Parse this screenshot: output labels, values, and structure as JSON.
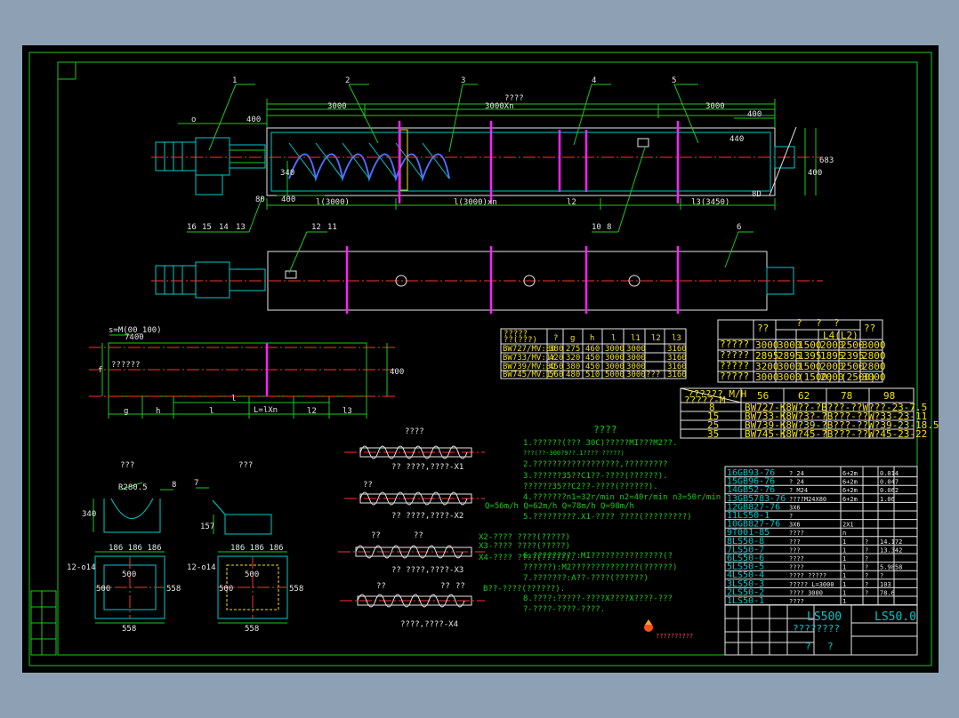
{
  "balloons": [
    "1",
    "2",
    "3",
    "4",
    "5",
    "16",
    "15",
    "14",
    "13",
    "12",
    "11",
    "10",
    "8",
    "6"
  ],
  "dims": {
    "d_o": "o",
    "d400a": "400",
    "d3000a": "3000",
    "d3000xn": "3000Xn",
    "d3000b": "3000",
    "dq": "????",
    "d400b": "400",
    "d440": "440",
    "d683": "683",
    "d400c": "400",
    "d340": "340",
    "d400d": "400",
    "d80": "80",
    "dl1": "l(3000)",
    "dl2": "l(3000)xn",
    "dl3": "l2",
    "dl4": "l3(3450)",
    "d80b": "8D",
    "d_g": "g",
    "d_h": "h",
    "d_l": "l",
    "d_lxn": "L=lXn",
    "d_l2": "l2",
    "d_l3": "l3",
    "d_l1": "l",
    "d400e": "400",
    "d_lead": "s=M(00_100)",
    "d_lead2": "7400",
    "d_mid": "??????",
    "d_f": "f"
  },
  "table1": {
    "header": [
      "?????",
      "?",
      "g",
      "h",
      "l",
      "l1",
      "l2",
      "l3"
    ],
    "header2": "??(???)",
    "rows": [
      [
        "BW727/MV:80",
        "",
        "275",
        "460",
        "3000",
        "3000",
        "",
        "3160"
      ],
      [
        "BW733/MV:1Y",
        "",
        "320",
        "450",
        "3000",
        "3000",
        "",
        "3160"
      ],
      [
        "BW739/MV:8D",
        "",
        "380",
        "450",
        "3000",
        "3000",
        "",
        "3160"
      ],
      [
        "BW745/MV:1/",
        "",
        "480",
        "510",
        "5000",
        "3000",
        "???",
        "3160"
      ]
    ],
    "colvals": [
      "380",
      "420",
      "450",
      "560"
    ]
  },
  "table2": {
    "header": [
      "??",
      "??",
      "?",
      "?",
      "?",
      "??"
    ],
    "sub": "L4(L2)",
    "rows": [
      [
        "?????",
        "3000",
        "3000",
        "1500",
        "2000",
        "2500",
        "3000"
      ],
      [
        "?????",
        "2895",
        "2895",
        "1395",
        "1895",
        "2395",
        "2800"
      ],
      [
        "?????",
        "3200",
        "3000",
        "1500",
        "2000",
        "2500",
        "2800"
      ],
      [
        "?????",
        "3000",
        "3000",
        "(1500)",
        "2000",
        "(2500)",
        "3000"
      ]
    ]
  },
  "table3": {
    "header": [
      "?????? M/H",
      "56",
      "62",
      "78",
      "98"
    ],
    "sub": "?????-M",
    "rows": [
      [
        "8",
        "BW727-K8W??-?B???-??W???-23-7.5"
      ],
      [
        "15",
        "BW733-K8W?3?-?B???-??W?33-23-11"
      ],
      [
        "25",
        "BW739-K8W?39-?B???-??W?39-23-18.5"
      ],
      [
        "35",
        "BW745-K8W?45-?B???-??W?45-23-22"
      ]
    ]
  },
  "section_titles": [
    "???",
    "???",
    "????"
  ],
  "screw_labels": [
    "??  ????,????-X1",
    "??  ????,????-X2",
    "??  ????,????-X3",
    "????,????-X4"
  ],
  "screw_tags": [
    "??",
    "??",
    "??",
    "??",
    "??",
    "??",
    "??",
    "??"
  ],
  "notes": [
    "1.??????(??? 30C)?????MI???M2??.",
    "  ???(??-300?9??.1???? ?????)",
    "2.??????????????????,?????????",
    "3.??????35??C1??-????(??????).",
    "  ??????35??C2??-????(??????).",
    "4.???????n1=32r/min  n2=40r/min  n3=50r/min",
    "Q=56m/h   Q=62m/h   Q=78m/h   Q=98m/h",
    "5.?????????.X1-????  ????(?????????)",
    "  X2-????  ????(?????)",
    "  X3-????  ????(?????)",
    "  X4-????  ????(?????).",
    "6.?????????:MI???????????????(?",
    "  ??????):M2??????????????(??????)",
    "7.???????:A??-????(??????)",
    "  B??-????(??????).",
    "8.????:?????-????X????X????-???",
    "  ?-????-????-????."
  ],
  "end_dims": {
    "p340": "340",
    "r280": "R280.5",
    "p8": "8",
    "p7": "7",
    "p157": "157",
    "top186": "186 186 186",
    "bot558": "558",
    "in500": "500",
    "side558": "558",
    "hole": "12-o14",
    "left500": "500"
  },
  "parts_list": [
    [
      "16",
      "GB93-76",
      "?  24",
      "",
      "6+2m",
      "",
      "0.014"
    ],
    [
      "15",
      "GB96-76",
      "?  24",
      "",
      "6+2m",
      "",
      "0.047"
    ],
    [
      "14",
      "GB52-76",
      "?  M24",
      "",
      "6+2m",
      "",
      "0.062"
    ],
    [
      "13",
      "GB5783-76",
      "????M24X80",
      "",
      "6+2m",
      "",
      "1.06"
    ],
    [
      "12",
      "GB827-76",
      "3X6",
      "",
      "",
      "",
      ""
    ],
    [
      "11",
      "LS50-1",
      "?",
      "",
      "",
      "",
      ""
    ],
    [
      "10",
      "GB827-76",
      "3X6",
      "",
      "2X1",
      "",
      ""
    ],
    [
      "9",
      "T001-85",
      "????",
      "",
      "n",
      "",
      ""
    ],
    [
      "8",
      "LS50-8",
      "???",
      "",
      "1",
      "?",
      "14.172"
    ],
    [
      "7",
      "LS50-7",
      "???",
      "",
      "1",
      "?",
      "13.342"
    ],
    [
      "6",
      "LS50-6",
      "????",
      "",
      "1",
      "?",
      ""
    ],
    [
      "5",
      "LS50-5",
      "????",
      "",
      "1",
      "?",
      "5.9858"
    ],
    [
      "4",
      "LS50-4",
      "???? ?????",
      "",
      "1",
      "?",
      "?"
    ],
    [
      "3",
      "LS50-3",
      "????? L=3000",
      "",
      "1",
      "?",
      "103"
    ],
    [
      "2",
      "LS50-2",
      "????  3000",
      "",
      "1",
      "?",
      "78.6"
    ],
    [
      "1",
      "LS50-1",
      "????",
      "",
      "1",
      "",
      ""
    ]
  ],
  "title_block": {
    "name": "LS500",
    "code": "LS50.0",
    "desc": "????????",
    "bottom1": "?",
    "bottom2": "?",
    "logo_text": "??????????"
  },
  "colors": {
    "green": "#1ec81e",
    "cyan": "#00c8c8",
    "white": "#e6e6e6",
    "red": "#ff3030",
    "magenta": "#ff20ff",
    "yellow": "#f0e020",
    "blue": "#4d6dff"
  }
}
